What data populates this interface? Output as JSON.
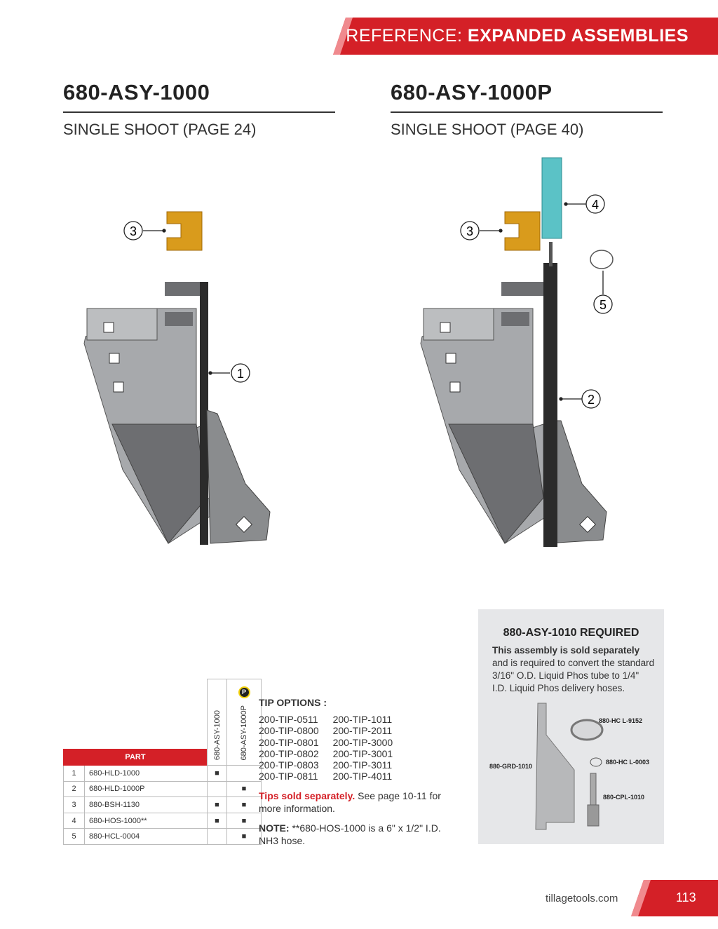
{
  "header": {
    "prefix": "REFERENCE:",
    "title": "EXPANDED ASSEMBLIES",
    "color": "#d42027"
  },
  "left": {
    "title": "680-ASY-1000",
    "subtitle": "SINGLE SHOOT (PAGE 24)",
    "callouts": [
      "1",
      "3"
    ]
  },
  "right": {
    "title": "680-ASY-1000P",
    "subtitle": "SINGLE SHOOT (PAGE 40)",
    "callouts": [
      "2",
      "3",
      "4",
      "5"
    ]
  },
  "table": {
    "part_header": "PART",
    "columns": [
      "680-ASY-1000",
      "680-ASY-1000P"
    ],
    "badge": "P",
    "rows": [
      {
        "n": "1",
        "part": "680-HLD-1000",
        "a": "■",
        "b": ""
      },
      {
        "n": "2",
        "part": "680-HLD-1000P",
        "a": "",
        "b": "■"
      },
      {
        "n": "3",
        "part": "880-BSH-1130",
        "a": "■",
        "b": "■"
      },
      {
        "n": "4",
        "part": "680-HOS-1000**",
        "a": "■",
        "b": "■"
      },
      {
        "n": "5",
        "part": "880-HCL-0004",
        "a": "",
        "b": "■"
      }
    ]
  },
  "tips": {
    "heading": "TIP OPTIONS :",
    "col1": [
      "200-TIP-0511",
      "200-TIP-0800",
      "200-TIP-0801",
      "200-TIP-0802",
      "200-TIP-0803",
      "200-TIP-0811"
    ],
    "col2": [
      "200-TIP-1011",
      "200-TIP-2011",
      "200-TIP-3000",
      "200-TIP-3001",
      "200-TIP-3011",
      "200-TIP-4011"
    ],
    "sold_red": "Tips sold separately.",
    "sold_rest": " See page 10-11 for more information.",
    "note_bold": "NOTE:",
    "note_rest": " **680-HOS-1000 is a 6\" x 1/2\" I.D. NH3 hose."
  },
  "required": {
    "title": "880-ASY-1010 REQUIRED",
    "bold": "This assembly is sold separately",
    "rest": " and is required to convert the standard 3/16\" O.D. Liquid Phos tube to 1/4\" I.D. Liquid Phos delivery hoses.",
    "labels": {
      "guard": "880-GRD-1010",
      "clamp": "880-HC L-9152",
      "oring": "880-HC L-0003",
      "coupler": "880-CPL-1010"
    }
  },
  "footer": {
    "site": "tillagetools.com",
    "page": "113"
  }
}
